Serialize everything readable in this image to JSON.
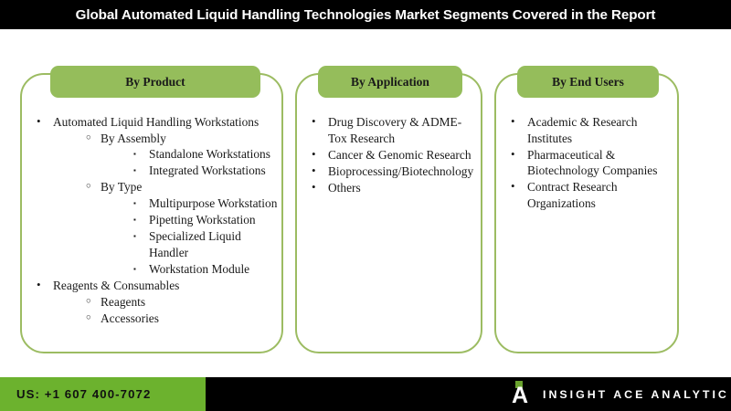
{
  "header": {
    "title": "Global Automated Liquid Handling Technologies Market Segments Covered in the Report",
    "background_color": "#000000",
    "text_color": "#ffffff"
  },
  "theme": {
    "pill_green": "#95bd5b",
    "border_green": "#9cbc62",
    "footer_green": "#6cb22e",
    "text_color": "#1a1a1a"
  },
  "cards": [
    {
      "id": "product",
      "pill_label": "By  Product",
      "items": [
        {
          "label": "Automated Liquid Handling Workstations",
          "children": [
            {
              "label": "By Assembly",
              "children": [
                {
                  "label": "Standalone Workstations"
                },
                {
                  "label": "Integrated Workstations"
                }
              ]
            },
            {
              "label": "By Type",
              "children": [
                {
                  "label": "Multipurpose Workstation"
                },
                {
                  "label": "Pipetting Workstation"
                },
                {
                  "label": "Specialized Liquid Handler"
                },
                {
                  "label": "Workstation Module"
                }
              ]
            }
          ]
        },
        {
          "label": "Reagents & Consumables",
          "children": [
            {
              "label": "Reagents"
            },
            {
              "label": "Accessories"
            }
          ]
        }
      ]
    },
    {
      "id": "application",
      "pill_label": "By Application",
      "items": [
        {
          "label": "Drug Discovery & ADME-Tox Research"
        },
        {
          "label": "Cancer & Genomic Research"
        },
        {
          "label": "Bioprocessing/Biotechnology"
        },
        {
          "label": "Others"
        }
      ]
    },
    {
      "id": "endusers",
      "pill_label": "By End Users",
      "items": [
        {
          "label": "Academic & Research Institutes"
        },
        {
          "label": "Pharmaceutical & Biotechnology Companies"
        },
        {
          "label": "Contract Research Organizations"
        }
      ]
    }
  ],
  "bullets": {
    "level1": "•",
    "level2": "○",
    "level3": "▪"
  },
  "footer": {
    "phone": "US: +1 607 400-7072",
    "brand_name": "INSIGHT ACE ANALYTIC",
    "logo_letter": "A"
  }
}
